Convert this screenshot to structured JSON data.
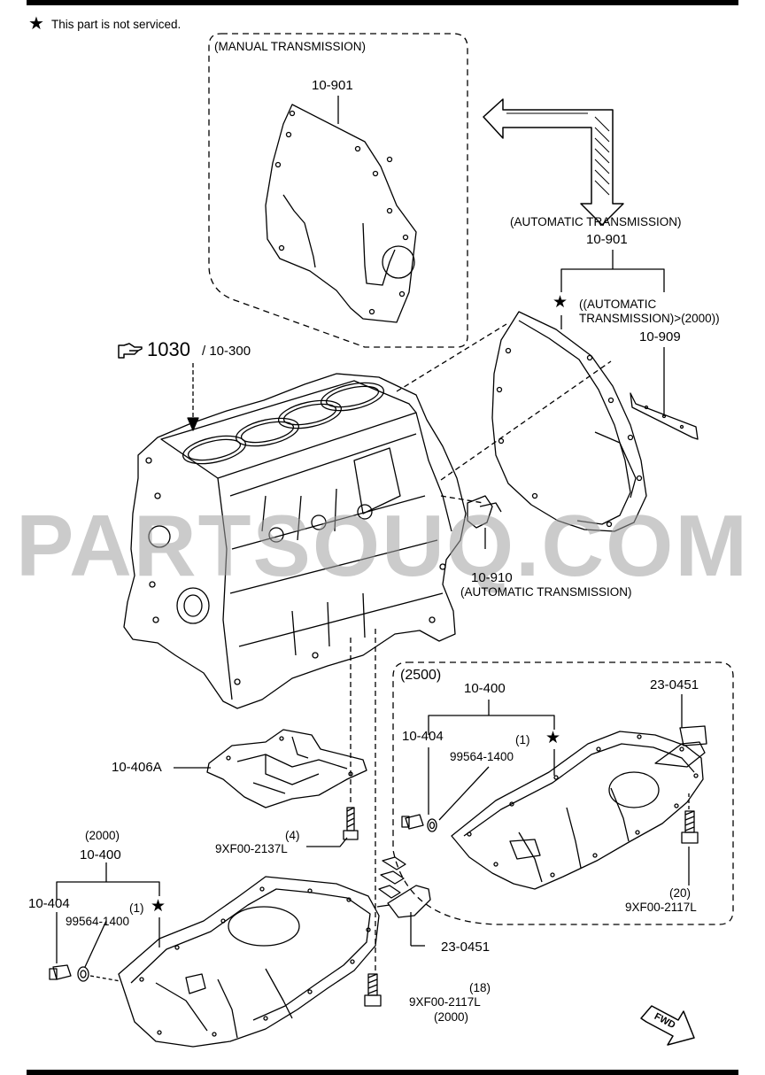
{
  "note": {
    "star": "★",
    "text": "This part is not serviced."
  },
  "manual_box": {
    "title": "(MANUAL TRANSMISSION)",
    "part": "10-901"
  },
  "automatic": {
    "title": "(AUTOMATIC TRANSMISSION)",
    "part": "10-901",
    "sub_line1": "((AUTOMATIC",
    "sub_line2": "TRANSMISSION)>(2000))",
    "sub_part": "10-909",
    "bracket_part": "10-910",
    "bracket_title": "(AUTOMATIC TRANSMISSION)"
  },
  "ref": {
    "main": "1030",
    "sub": "/ 10-300"
  },
  "watermark": "PARTSOUQ.COM",
  "baffle": {
    "part": "10-406A",
    "bolt_qty": "(4)",
    "bolt_part": "9XF00-2137L"
  },
  "pan_2000": {
    "variant": "(2000)",
    "assy": "10-400",
    "plug": "10-404",
    "gasket_qty": "(1)",
    "gasket": "99564-1400",
    "star": "★",
    "strainer": "23-0451",
    "bolt_qty": "(18)",
    "bolt_part": "9XF00-2117L",
    "bolt_variant": "(2000)"
  },
  "pan_2500": {
    "variant": "(2500)",
    "assy": "10-400",
    "plug": "10-404",
    "gasket_qty": "(1)",
    "gasket": "99564-1400",
    "star": "★",
    "strainer": "23-0451",
    "bolt_qty": "(20)",
    "bolt_part": "9XF00-2117L"
  },
  "fwd": "FWD"
}
